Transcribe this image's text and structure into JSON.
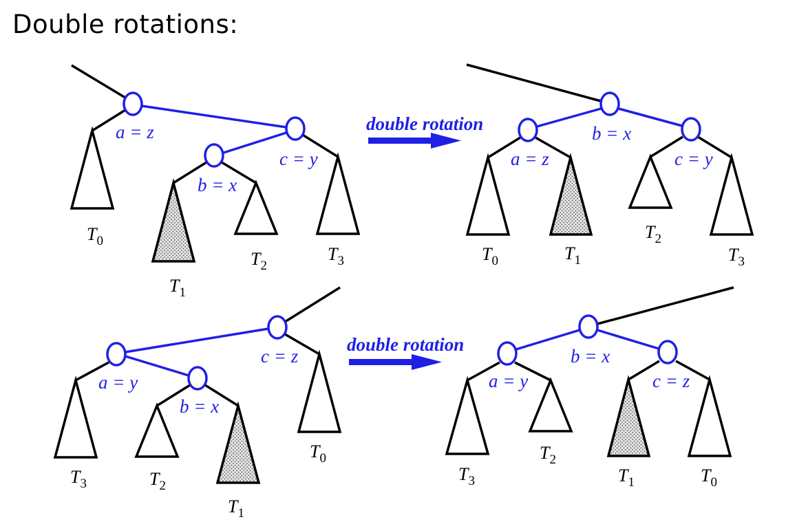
{
  "title": "Double rotations:",
  "colors": {
    "blue": "#1f1fe6",
    "black": "#000000",
    "shade": "#dcdcdc"
  },
  "arrow_label": "double rotation",
  "diagrams": [
    {
      "before": {
        "nodes": [
          "a = z",
          "c = y",
          "b = x"
        ],
        "subtrees": [
          {
            "letter": "T",
            "sub": "0"
          },
          {
            "letter": "T",
            "sub": "1"
          },
          {
            "letter": "T",
            "sub": "2"
          },
          {
            "letter": "T",
            "sub": "3"
          }
        ]
      },
      "after": {
        "nodes": [
          "a = z",
          "b = x",
          "c = y"
        ],
        "subtrees": [
          {
            "letter": "T",
            "sub": "0"
          },
          {
            "letter": "T",
            "sub": "1"
          },
          {
            "letter": "T",
            "sub": "2"
          },
          {
            "letter": "T",
            "sub": "3"
          }
        ]
      }
    },
    {
      "before": {
        "nodes": [
          "c = z",
          "a = y",
          "b = x"
        ],
        "subtrees": [
          {
            "letter": "T",
            "sub": "3"
          },
          {
            "letter": "T",
            "sub": "2"
          },
          {
            "letter": "T",
            "sub": "1"
          },
          {
            "letter": "T",
            "sub": "0"
          }
        ]
      },
      "after": {
        "nodes": [
          "a = y",
          "b = x",
          "c = z"
        ],
        "subtrees": [
          {
            "letter": "T",
            "sub": "3"
          },
          {
            "letter": "T",
            "sub": "2"
          },
          {
            "letter": "T",
            "sub": "1"
          },
          {
            "letter": "T",
            "sub": "0"
          }
        ]
      }
    }
  ]
}
